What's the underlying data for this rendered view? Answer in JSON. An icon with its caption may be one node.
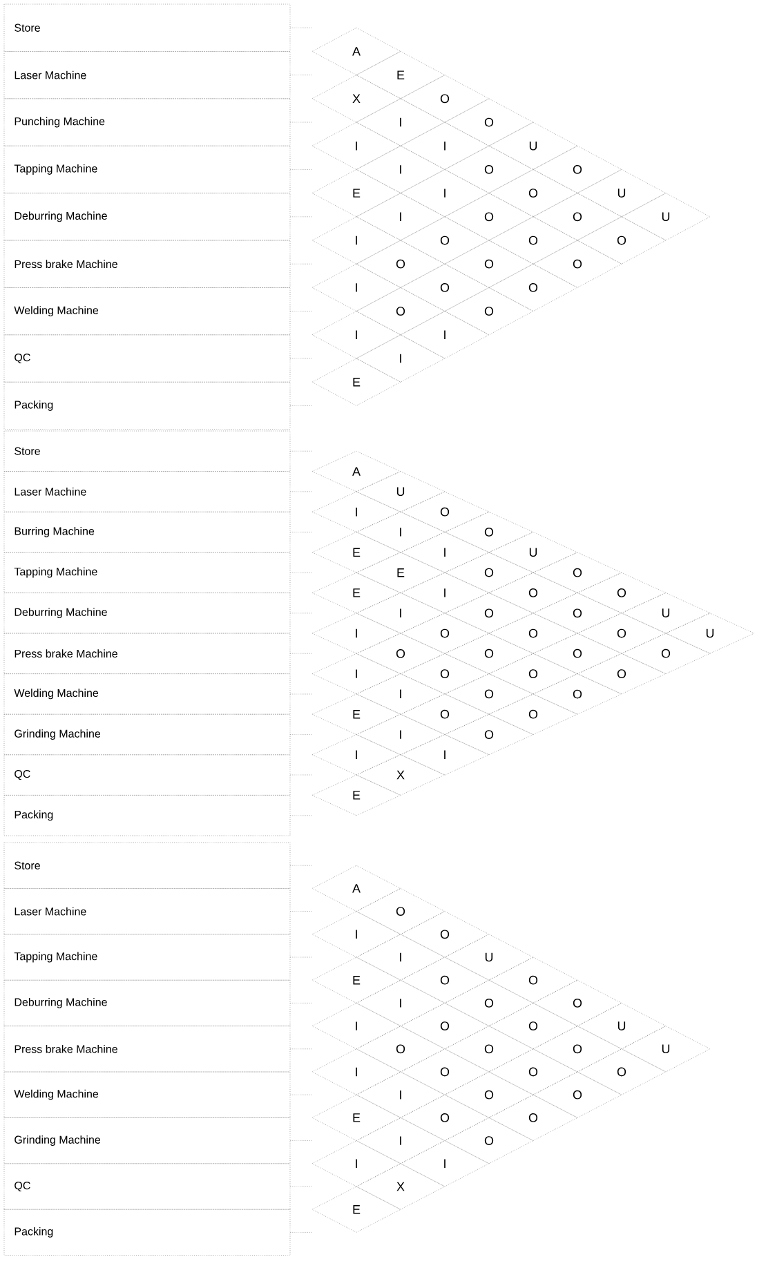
{
  "diagram": {
    "nodes": [
      {
        "text": [
          "Store"
        ]
      },
      {
        "text": [
          "Laser Machine"
        ]
      },
      {
        "text": [
          "Punching Machine"
        ]
      },
      {
        "text": [
          "Tapping Machine"
        ]
      },
      {
        "text": [
          "Deburring Machine"
        ]
      },
      {
        "text": [
          "Press brake Machine"
        ]
      },
      {
        "text": [
          "Welding Machine"
        ]
      },
      {
        "text": [
          "QC"
        ]
      },
      {
        "text": [
          "Packing"
        ]
      },
      {
        "text": [
          "A"
        ]
      },
      {
        "text": [
          "X"
        ]
      },
      {
        "text": [
          "I"
        ]
      },
      {
        "text": [
          "E"
        ]
      },
      {
        "text": [
          "I"
        ]
      },
      {
        "text": [
          "I"
        ]
      },
      {
        "text": [
          "I"
        ]
      },
      {
        "text": [
          "E"
        ]
      },
      {
        "text": [
          "E"
        ]
      },
      {
        "text": [
          "I"
        ]
      },
      {
        "text": [
          "I"
        ]
      },
      {
        "text": [
          "I"
        ]
      },
      {
        "text": [
          "O"
        ]
      },
      {
        "text": [
          "O"
        ]
      },
      {
        "text": [
          "I"
        ]
      },
      {
        "text": [
          "O"
        ]
      },
      {
        "text": [
          "I"
        ]
      },
      {
        "text": [
          "I"
        ]
      },
      {
        "text": [
          "O"
        ]
      },
      {
        "text": [
          "O"
        ]
      },
      {
        "text": [
          "I"
        ]
      },
      {
        "text": [
          "O"
        ]
      },
      {
        "text": [
          "O"
        ]
      },
      {
        "text": [
          "O"
        ]
      },
      {
        "text": [
          "O"
        ]
      },
      {
        "text": [
          "O"
        ]
      },
      {
        "text": [
          "U"
        ]
      },
      {
        "text": [
          "O"
        ]
      },
      {
        "text": [
          "O"
        ]
      },
      {
        "text": [
          "O"
        ]
      },
      {
        "text": [
          "O"
        ]
      },
      {
        "text": [
          "O"
        ]
      },
      {
        "text": [
          "O"
        ]
      },
      {
        "text": [
          "U"
        ]
      },
      {
        "text": [
          "O"
        ]
      },
      {
        "text": [
          "U"
        ]
      },
      {
        "text": [
          "Store"
        ]
      },
      {
        "text": [
          "Laser Machine"
        ]
      },
      {
        "text": [
          "Burring Machine"
        ]
      },
      {
        "text": [
          "Tapping Machine"
        ]
      },
      {
        "text": [
          "Deburring Machine"
        ]
      },
      {
        "text": [
          "Press brake Machine"
        ]
      },
      {
        "text": [
          "Welding Machine"
        ]
      },
      {
        "text": [
          "Grinding Machine"
        ]
      },
      {
        "text": [
          "QC"
        ]
      },
      {
        "text": [
          "Packing"
        ]
      },
      {
        "text": [
          "A"
        ]
      },
      {
        "text": [
          "I"
        ]
      },
      {
        "text": [
          "E"
        ]
      },
      {
        "text": [
          "E"
        ]
      },
      {
        "text": [
          "I"
        ]
      },
      {
        "text": [
          "I"
        ]
      },
      {
        "text": [
          "E"
        ]
      },
      {
        "text": [
          "I"
        ]
      },
      {
        "text": [
          "E"
        ]
      },
      {
        "text": [
          "U"
        ]
      },
      {
        "text": [
          "I"
        ]
      },
      {
        "text": [
          "E"
        ]
      },
      {
        "text": [
          "I"
        ]
      },
      {
        "text": [
          "O"
        ]
      },
      {
        "text": [
          "I"
        ]
      },
      {
        "text": [
          "I"
        ]
      },
      {
        "text": [
          "X"
        ]
      },
      {
        "text": [
          "O"
        ]
      },
      {
        "text": [
          "I"
        ]
      },
      {
        "text": [
          "I"
        ]
      },
      {
        "text": [
          "O"
        ]
      },
      {
        "text": [
          "O"
        ]
      },
      {
        "text": [
          "O"
        ]
      },
      {
        "text": [
          "I"
        ]
      },
      {
        "text": [
          "O"
        ]
      },
      {
        "text": [
          "O"
        ]
      },
      {
        "text": [
          "O"
        ]
      },
      {
        "text": [
          "O"
        ]
      },
      {
        "text": [
          "O"
        ]
      },
      {
        "text": [
          "O"
        ]
      },
      {
        "text": [
          "U"
        ]
      },
      {
        "text": [
          "O"
        ]
      },
      {
        "text": [
          "O"
        ]
      },
      {
        "text": [
          "O"
        ]
      },
      {
        "text": [
          "O"
        ]
      },
      {
        "text": [
          "O"
        ]
      },
      {
        "text": [
          "O"
        ]
      },
      {
        "text": [
          "O"
        ]
      },
      {
        "text": [
          "O"
        ]
      },
      {
        "text": [
          "O"
        ]
      },
      {
        "text": [
          "O"
        ]
      },
      {
        "text": [
          "O"
        ]
      },
      {
        "text": [
          "U"
        ]
      },
      {
        "text": [
          "O"
        ]
      },
      {
        "text": [
          "U"
        ]
      },
      {
        "text": [
          "Store"
        ]
      },
      {
        "text": [
          "Laser Machine"
        ]
      },
      {
        "text": [
          "Tapping Machine"
        ]
      },
      {
        "text": [
          "Deburring Machine"
        ]
      },
      {
        "text": [
          "Press brake Machine"
        ]
      },
      {
        "text": [
          "Welding Machine"
        ]
      },
      {
        "text": [
          "Grinding Machine"
        ]
      },
      {
        "text": [
          "QC"
        ]
      },
      {
        "text": [
          "Packing"
        ]
      },
      {
        "text": [
          "A"
        ]
      },
      {
        "text": [
          "I"
        ]
      },
      {
        "text": [
          "E"
        ]
      },
      {
        "text": [
          "I"
        ]
      },
      {
        "text": [
          "I"
        ]
      },
      {
        "text": [
          "E"
        ]
      },
      {
        "text": [
          "I"
        ]
      },
      {
        "text": [
          "E"
        ]
      },
      {
        "text": [
          "O"
        ]
      },
      {
        "text": [
          "I"
        ]
      },
      {
        "text": [
          "I"
        ]
      },
      {
        "text": [
          "O"
        ]
      },
      {
        "text": [
          "I"
        ]
      },
      {
        "text": [
          "I"
        ]
      },
      {
        "text": [
          "X"
        ]
      },
      {
        "text": [
          "O"
        ]
      },
      {
        "text": [
          "O"
        ]
      },
      {
        "text": [
          "O"
        ]
      },
      {
        "text": [
          "O"
        ]
      },
      {
        "text": [
          "O"
        ]
      },
      {
        "text": [
          "I"
        ]
      },
      {
        "text": [
          "U"
        ]
      },
      {
        "text": [
          "O"
        ]
      },
      {
        "text": [
          "O"
        ]
      },
      {
        "text": [
          "O"
        ]
      },
      {
        "text": [
          "O"
        ]
      },
      {
        "text": [
          "O"
        ]
      },
      {
        "text": [
          "O"
        ]
      },
      {
        "text": [
          "O"
        ]
      },
      {
        "text": [
          "O"
        ]
      },
      {
        "text": [
          "O"
        ]
      },
      {
        "text": [
          "O"
        ]
      },
      {
        "text": [
          "O"
        ]
      },
      {
        "text": [
          "U"
        ]
      },
      {
        "text": [
          "O"
        ]
      },
      {
        "text": [
          "U"
        ]
      }
    ]
  }
}
